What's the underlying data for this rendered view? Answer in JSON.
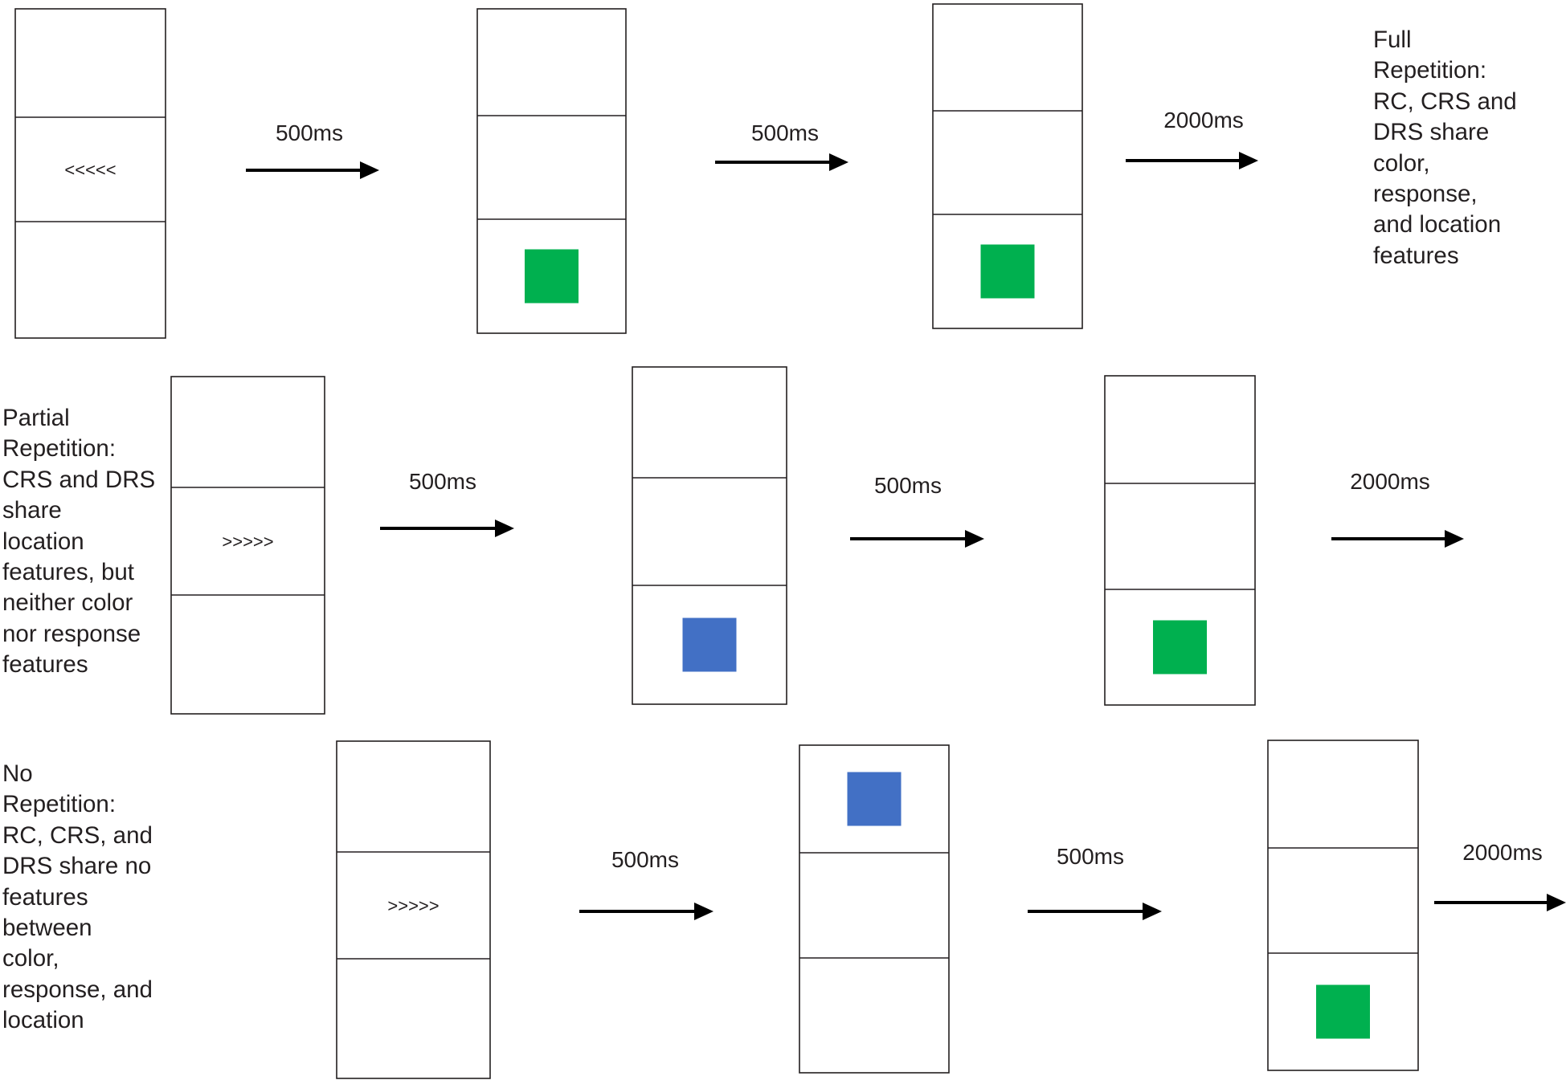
{
  "colors": {
    "green": "#00b04f",
    "blue": "#4270c5"
  },
  "conditions": [
    {
      "name": "full",
      "description": [
        "Full",
        "Repetition:",
        "RC, CRS and",
        "DRS share",
        "color,",
        "response,",
        "and location",
        "features"
      ],
      "arrow_label": "<<<<<",
      "stimulus1": {
        "color": "green",
        "cell": "bottom"
      },
      "stimulus2": {
        "color": "green",
        "cell": "bottom"
      },
      "durations": [
        "500ms",
        "500ms",
        "2000ms"
      ]
    },
    {
      "name": "partial",
      "description": [
        "Partial",
        "Repetition:",
        "CRS and DRS",
        "share",
        "location",
        "features, but",
        "neither color",
        "nor response",
        "features"
      ],
      "arrow_label": ">>>>>",
      "stimulus1": {
        "color": "blue",
        "cell": "bottom"
      },
      "stimulus2": {
        "color": "green",
        "cell": "bottom"
      },
      "durations": [
        "500ms",
        "500ms",
        "2000ms"
      ]
    },
    {
      "name": "none",
      "description": [
        "No",
        "Repetition:",
        "RC, CRS, and",
        "DRS share no",
        "features",
        "between",
        "color,",
        "response, and",
        "location"
      ],
      "arrow_label": ">>>>>",
      "stimulus1": {
        "color": "blue",
        "cell": "top"
      },
      "stimulus2": {
        "color": "green",
        "cell": "bottom"
      },
      "durations": [
        "500ms",
        "500ms",
        "2000ms"
      ]
    }
  ]
}
